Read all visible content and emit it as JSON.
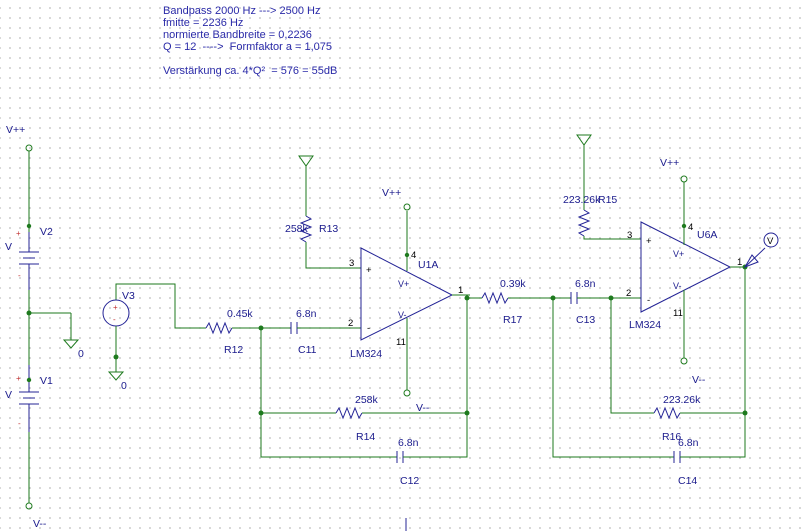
{
  "notes": {
    "line1": "Bandpass 2000 Hz ---> 2500 Hz",
    "line2": "fmitte = 2236 Hz",
    "line3": "normierte Bandbreite = 0,2236",
    "line4": "Q = 12  ---->  Formfaktor a = 1,075",
    "line5": "Verstärkung ca. 4*Q²  = 576 = 55dB"
  },
  "labels": {
    "vpp_left": "V++",
    "vmm_left": "V--",
    "v2": "V2",
    "v1": "V1",
    "v_a": "V",
    "v_b": "V",
    "v3": "V3",
    "gnd_v2": "0",
    "gnd_v3": "0",
    "r12_val": "0.45k",
    "r12": "R12",
    "c11_val": "6.8n",
    "c11": "C11",
    "r13_val": "258k",
    "r13": "R13",
    "u1_vpp": "V++",
    "u1": "U1A",
    "u1_part": "LM324",
    "u1_vmm": "V--",
    "u1_pin4": "4",
    "u1_pin11": "11",
    "u1_pin3": "3",
    "u1_pin2": "2",
    "u1_pin1": "1",
    "u1_plus": "+",
    "u1_minus": "-",
    "u1_vp": "V+",
    "u1_vm": "V-",
    "r14_val": "258k",
    "r14": "R14",
    "c12_val": "6.8n",
    "c12": "C12",
    "r17_val": "0.39k",
    "r17": "R17",
    "c13_val": "6.8n",
    "c13": "C13",
    "r15_val": "223.26k",
    "r15": "R15",
    "u6_vpp": "V++",
    "u6": "U6A",
    "u6_part": "LM324",
    "u6_vmm": "V--",
    "u6_pin4": "4",
    "u6_pin11": "11",
    "u6_pin3": "3",
    "u6_pin2": "2",
    "u6_pin1": "1",
    "u6_plus": "+",
    "u6_minus": "-",
    "u6_vp": "V+",
    "u6_vm": "V-",
    "r16_val": "223.26k",
    "r16": "R16",
    "c14_val": "6.8n",
    "c14": "C14",
    "probe": "V"
  },
  "colors": {
    "wire": "#1e7a1e",
    "component": "#242496",
    "text": "#1a1a8c",
    "grid": "#b5b5b5"
  }
}
